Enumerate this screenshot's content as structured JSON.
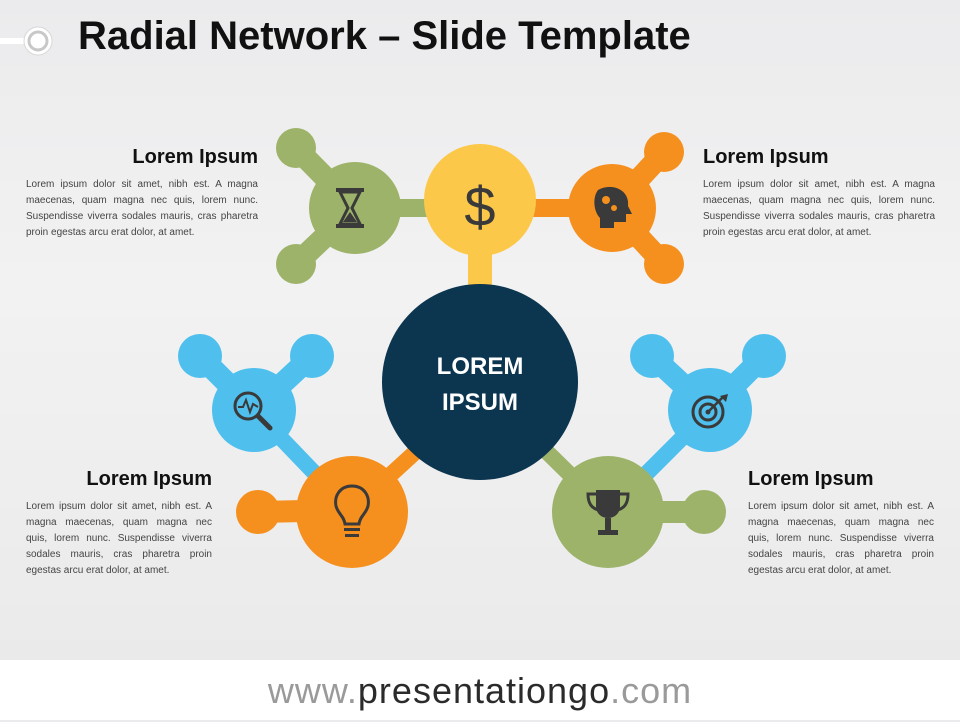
{
  "title": "Radial Network – Slide Template",
  "center": {
    "line1": "LOREM",
    "line2": "IPSUM"
  },
  "blocks": [
    {
      "heading": "Lorem Ipsum",
      "text": "Lorem ipsum dolor sit amet, nibh est. A magna maecenas, quam magna nec quis, lorem nunc. Suspendisse viverra sodales mauris, cras pharetra proin egestas arcu erat dolor, at amet."
    },
    {
      "heading": "Lorem Ipsum",
      "text": "Lorem ipsum dolor sit amet, nibh est. A magna maecenas, quam magna nec quis, lorem nunc. Suspendisse viverra sodales mauris, cras pharetra proin egestas arcu erat dolor, at amet."
    },
    {
      "heading": "Lorem Ipsum",
      "text": "Lorem ipsum dolor sit amet, nibh est. A magna maecenas, quam magna nec quis, lorem nunc. Suspendisse viverra sodales mauris, cras pharetra proin egestas arcu erat dolor, at amet."
    },
    {
      "heading": "Lorem Ipsum",
      "text": "Lorem ipsum dolor sit amet, nibh est. A magna maecenas, quam magna nec quis, lorem nunc. Suspendisse viverra sodales mauris, cras pharetra proin egestas arcu erat dolor, at amet."
    }
  ],
  "dollar_symbol": "$",
  "colors": {
    "green": "#9db36a",
    "yellow": "#fcc84a",
    "orange": "#f5901e",
    "blue": "#4fbfee",
    "navy": "#0c3550",
    "icon_dark": "#3a3a3a"
  },
  "icons": [
    "hourglass-icon",
    "dollar-icon",
    "brain-gears-icon",
    "analytics-magnifier-icon",
    "target-icon",
    "lightbulb-icon",
    "trophy-icon"
  ],
  "footer": {
    "prefix": "www.",
    "brand": "presentationgo",
    "suffix": ".com"
  }
}
